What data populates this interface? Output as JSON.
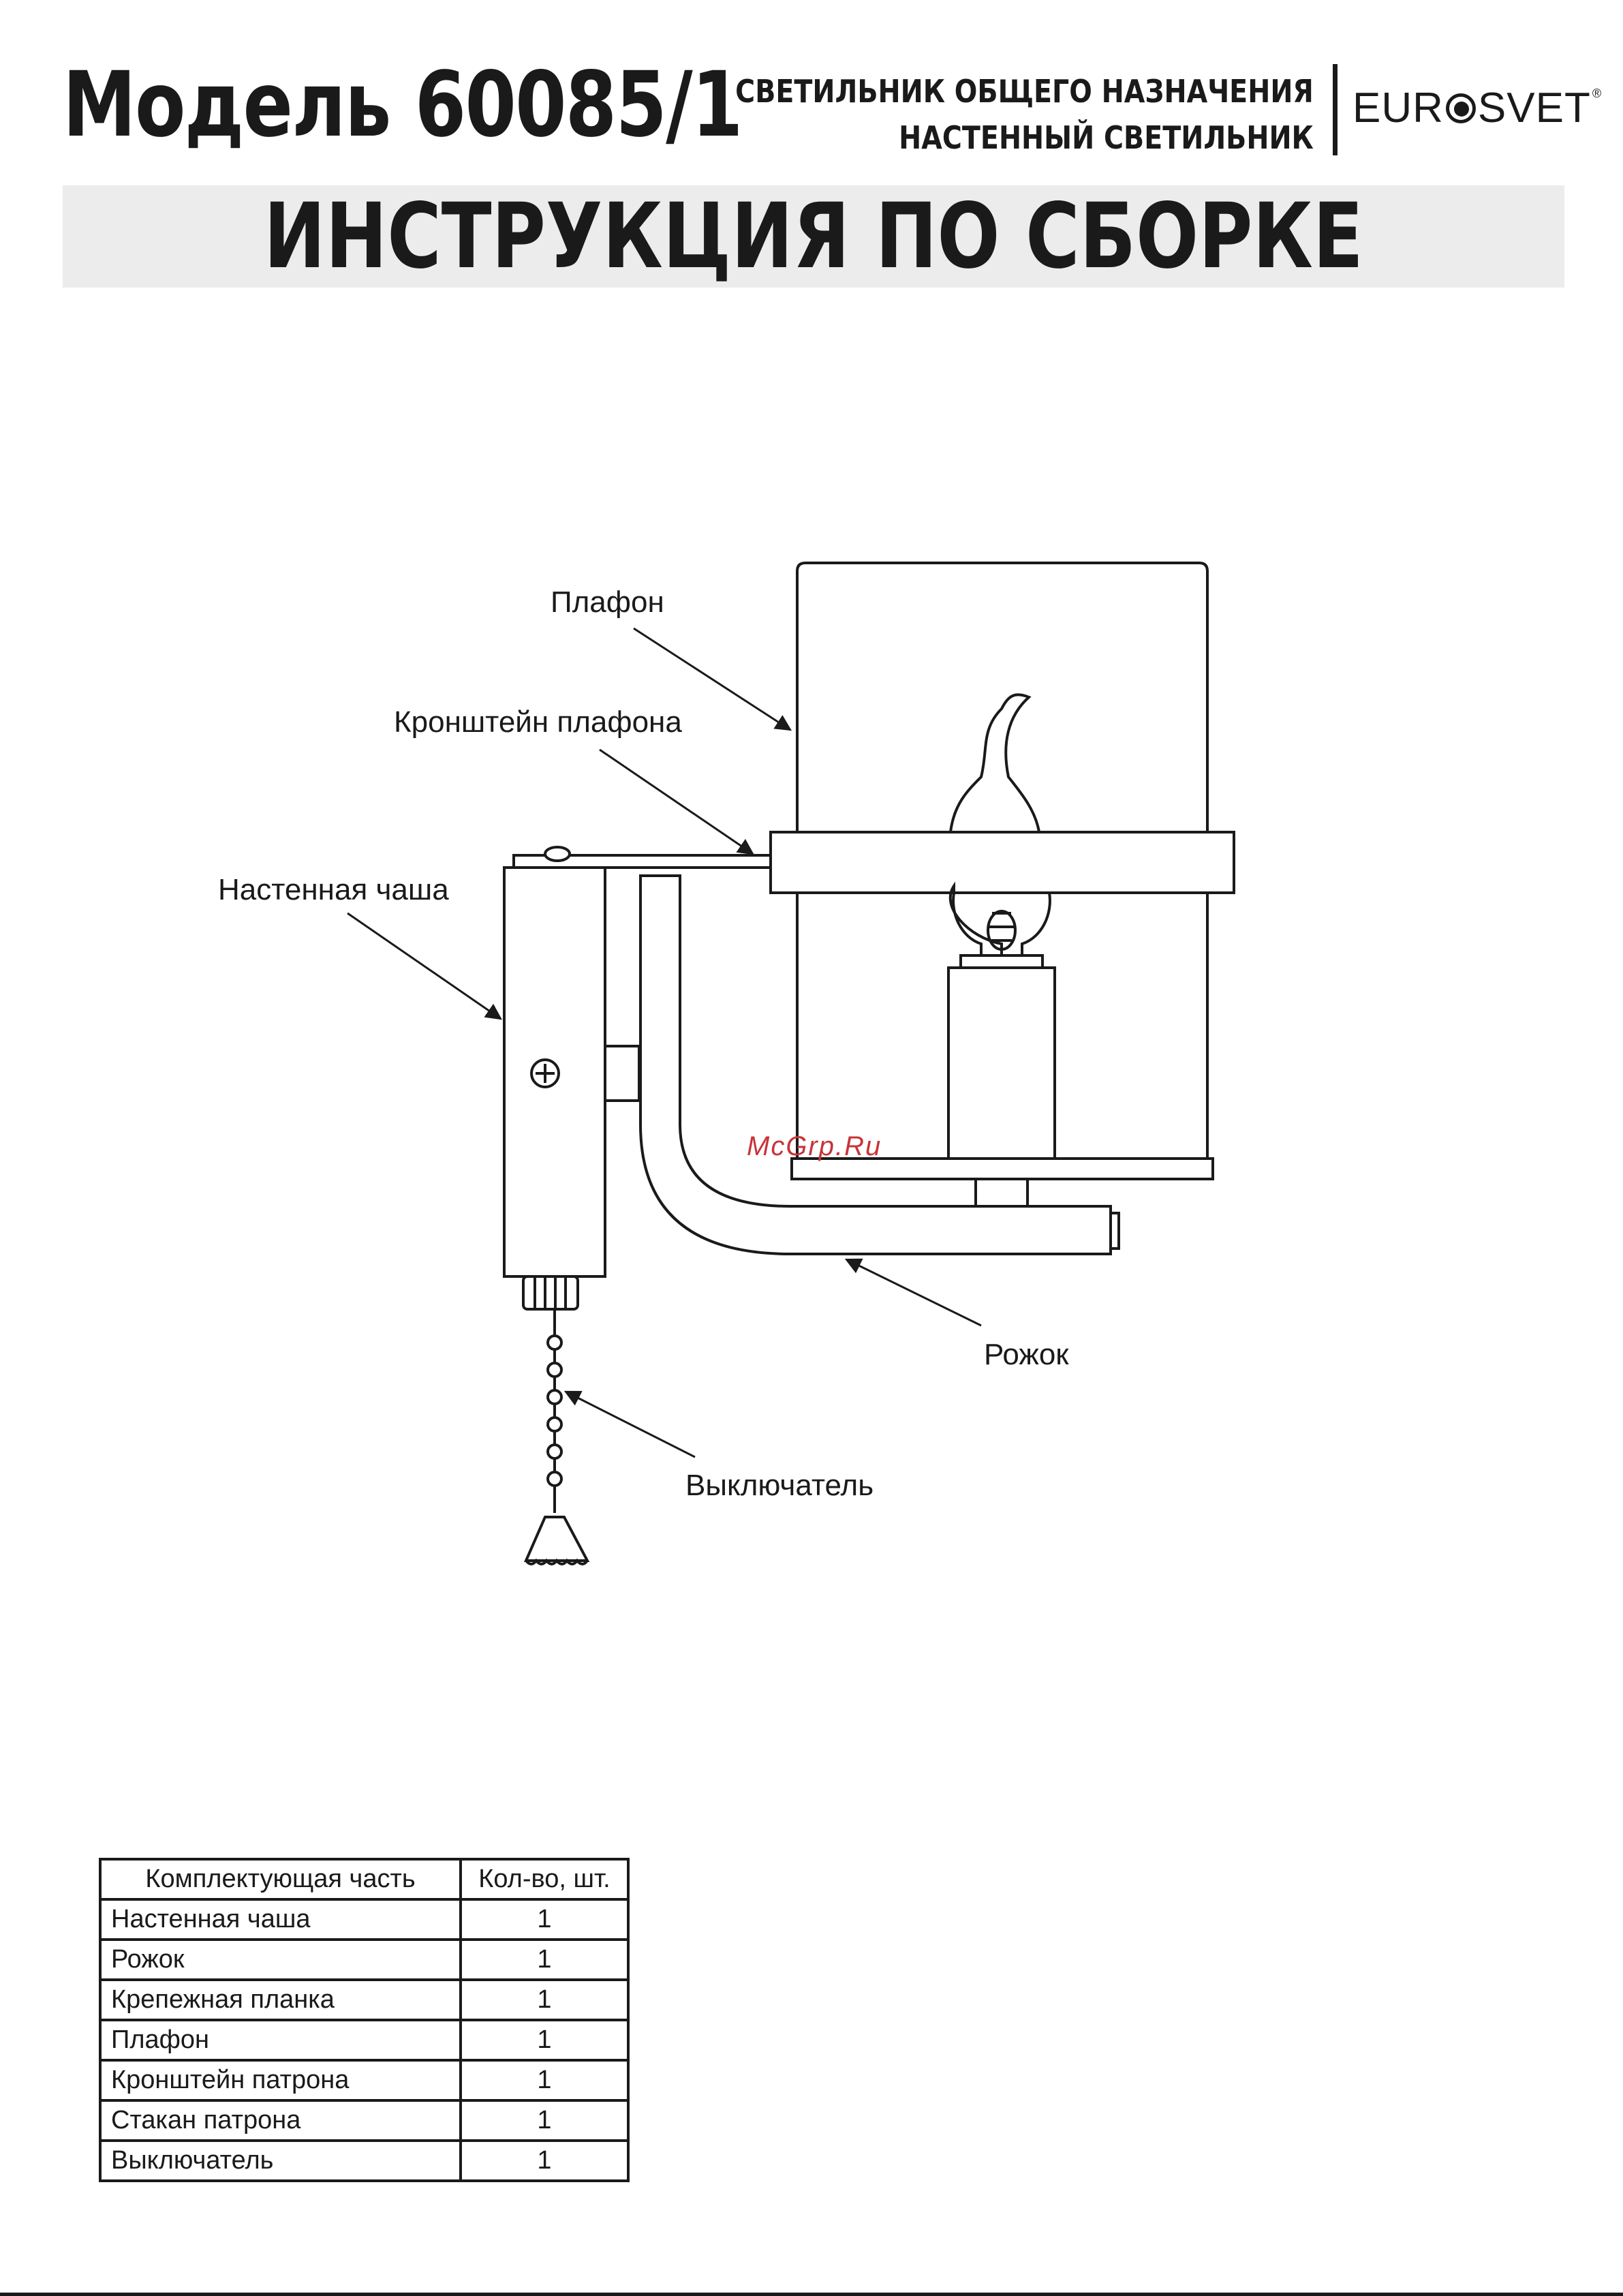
{
  "header": {
    "model_title": "Модель 60085/1",
    "category_line1": "СВЕТИЛЬНИК ОБЩЕГО НАЗНАЧЕНИЯ",
    "category_line2": "НАСТЕННЫЙ СВЕТИЛЬНИК",
    "brand_left": "EUR",
    "brand_right": "SVET",
    "brand_mark": "®"
  },
  "banner": {
    "title": "ИНСТРУКЦИЯ ПО СБОРКЕ"
  },
  "diagram": {
    "labels": {
      "plafon": "Плафон",
      "shade_bracket": "Кронштейн плафона",
      "wall_cup": "Настенная чаша",
      "arm": "Рожок",
      "switch": "Выключатель"
    },
    "watermark": "McGrp.Ru",
    "icons": [
      "screw-icon",
      "candle-bulb-icon",
      "pull-chain-icon"
    ]
  },
  "parts_table": {
    "headers": [
      "Комплектующая часть",
      "Кол-во, шт."
    ],
    "rows": [
      {
        "name": "Настенная чаша",
        "qty": "1"
      },
      {
        "name": "Рожок",
        "qty": "1"
      },
      {
        "name": "Крепежная планка",
        "qty": "1"
      },
      {
        "name": "Плафон",
        "qty": "1"
      },
      {
        "name": "Кронштейн патрона",
        "qty": "1"
      },
      {
        "name": "Стакан патрона",
        "qty": "1"
      },
      {
        "name": "Выключатель",
        "qty": "1"
      }
    ]
  }
}
